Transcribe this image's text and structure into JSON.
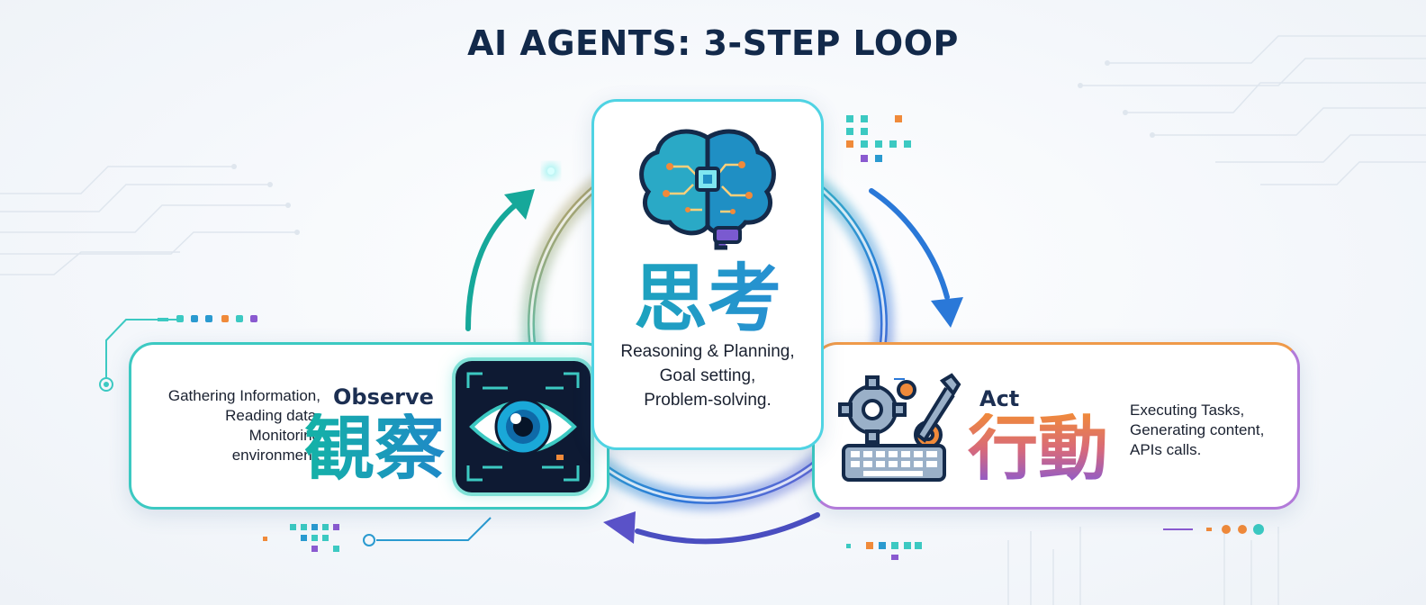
{
  "title": "AI AGENTS: 3-STEP LOOP",
  "observe": {
    "label": "Observe",
    "kanji": "観察",
    "description": [
      "Gathering Information,",
      "Reading data,",
      "Monitoring",
      "environment."
    ],
    "icon": "eye-icon"
  },
  "think": {
    "kanji": "思考",
    "description": [
      "Reasoning & Planning,",
      "Goal setting,",
      "Problem-solving."
    ],
    "icon": "brain-circuit-icon"
  },
  "act": {
    "label": "Act",
    "kanji": "行動",
    "description": [
      "Executing Tasks,",
      "Generating content,",
      "APIs calls."
    ],
    "icon": "gear-wrench-keyboard-icon"
  },
  "colors": {
    "title": "#12294a",
    "teal": "#3cc9c2",
    "blue": "#2a78d8",
    "purple": "#8a5ad0",
    "orange": "#f08a3a"
  }
}
